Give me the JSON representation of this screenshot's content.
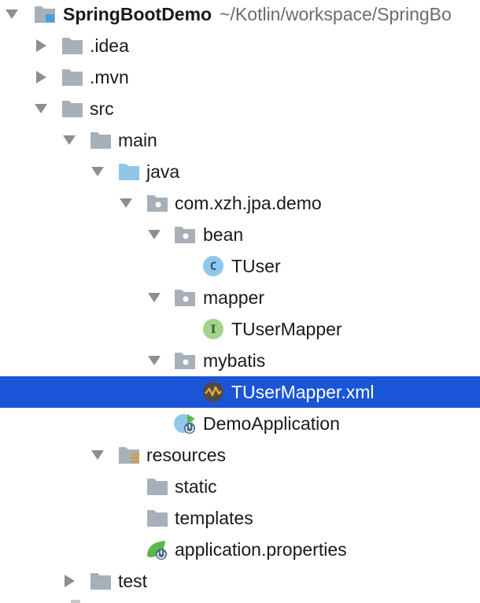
{
  "project_tree": {
    "root": {
      "name": "SpringBootDemo",
      "path": "~/Kotlin/workspace/SpringBo"
    },
    "items": [
      {
        "label": ".idea",
        "icon": "folder-icon"
      },
      {
        "label": ".mvn",
        "icon": "folder-icon"
      },
      {
        "label": "src",
        "icon": "folder-icon"
      },
      {
        "label": "main",
        "icon": "folder-icon"
      },
      {
        "label": "java",
        "icon": "source-folder-icon"
      },
      {
        "label": "com.xzh.jpa.demo",
        "icon": "package-icon"
      },
      {
        "label": "bean",
        "icon": "package-icon"
      },
      {
        "label": "TUser",
        "icon": "class-icon",
        "badge": "C"
      },
      {
        "label": "mapper",
        "icon": "package-icon"
      },
      {
        "label": "TUserMapper",
        "icon": "interface-icon",
        "badge": "I"
      },
      {
        "label": "mybatis",
        "icon": "package-icon"
      },
      {
        "label": "TUserMapper.xml",
        "icon": "xml-file-icon"
      },
      {
        "label": "DemoApplication",
        "icon": "spring-boot-class-icon"
      },
      {
        "label": "resources",
        "icon": "resources-folder-icon"
      },
      {
        "label": "static",
        "icon": "folder-icon"
      },
      {
        "label": "templates",
        "icon": "folder-icon"
      },
      {
        "label": "application.properties",
        "icon": "spring-properties-icon"
      },
      {
        "label": "test",
        "icon": "folder-icon"
      }
    ],
    "colors": {
      "selection": "#1a55d8",
      "folder": "#a7b0b9",
      "source_folder": "#8fc7e8",
      "class_badge": "#8ec8ea",
      "interface_badge": "#a3d38a",
      "spring": "#5fb64a"
    }
  }
}
